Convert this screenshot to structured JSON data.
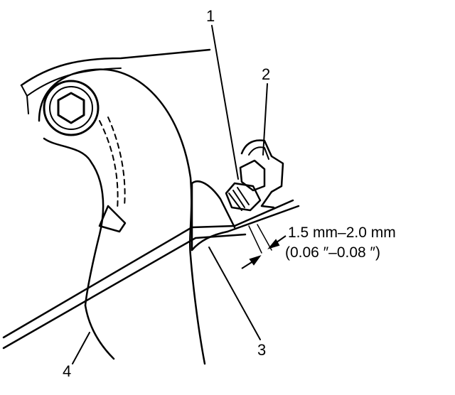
{
  "callouts": {
    "c1": "1",
    "c2": "2",
    "c3": "3",
    "c4": "4"
  },
  "dimension": {
    "metric": "1.5 mm–2.0 mm",
    "imperial": "(0.06 ″–0.08 ″)"
  },
  "colors": {
    "line": "#000000",
    "background": "#ffffff"
  }
}
